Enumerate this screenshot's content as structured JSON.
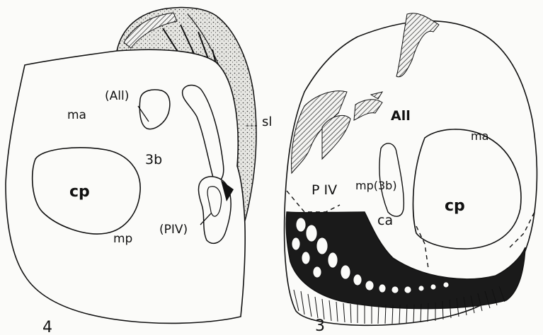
{
  "figure4": {
    "number": "4",
    "labels": {
      "ma": "ma",
      "all": "(All)",
      "b3": "3b",
      "cp": "cp",
      "mp": "mp",
      "piv": "(PIV)",
      "sl": "sl"
    }
  },
  "figure3": {
    "number": "3",
    "labels": {
      "all": "All",
      "ma": "ma",
      "piv": "P IV",
      "mp3b": "mp(3b)",
      "ca": "ca",
      "cp": "cp"
    }
  },
  "colors": {
    "ink": "#111111",
    "paper": "#fbfbf9",
    "dark_fill": "#1a1a1a"
  }
}
